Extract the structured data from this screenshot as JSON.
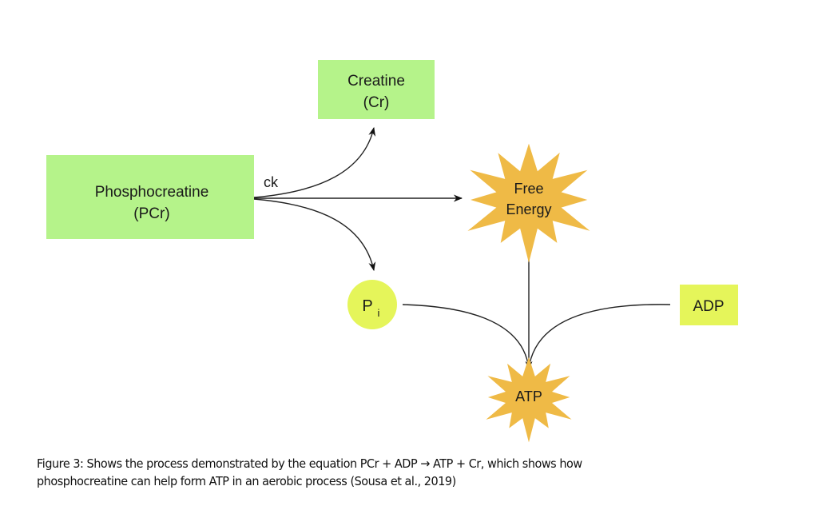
{
  "diagram": {
    "nodes": {
      "pcr": {
        "line1": "Phosphocreatine",
        "line2": "(PCr)",
        "shape": "rectangle",
        "color": "#b5f38a"
      },
      "creatine": {
        "line1": "Creatine",
        "line2": "(Cr)",
        "shape": "rectangle",
        "color": "#b5f38a"
      },
      "free_energy": {
        "line1": "Free",
        "line2": "Energy",
        "shape": "starburst",
        "color": "#efba46"
      },
      "pi": {
        "label": "P",
        "subscript": "i",
        "shape": "circle",
        "color": "#e5f55a"
      },
      "adp": {
        "label": "ADP",
        "shape": "rectangle",
        "color": "#e5f55a"
      },
      "atp": {
        "label": "ATP",
        "shape": "starburst",
        "color": "#efba46"
      }
    },
    "enzyme_label": "ck",
    "edges": [
      {
        "from": "pcr",
        "to": "creatine"
      },
      {
        "from": "pcr",
        "to": "free_energy"
      },
      {
        "from": "pcr",
        "to": "pi"
      },
      {
        "from": "free_energy",
        "to": "atp"
      },
      {
        "from": "pi",
        "to": "atp"
      },
      {
        "from": "adp",
        "to": "atp"
      }
    ]
  },
  "caption": {
    "line1": "Figure 3: Shows the process demonstrated by the equation PCr + ADP → ATP + Cr, which shows how",
    "line2": "phosphocreatine can help form ATP in an aerobic process (Sousa et al., 2019)"
  }
}
